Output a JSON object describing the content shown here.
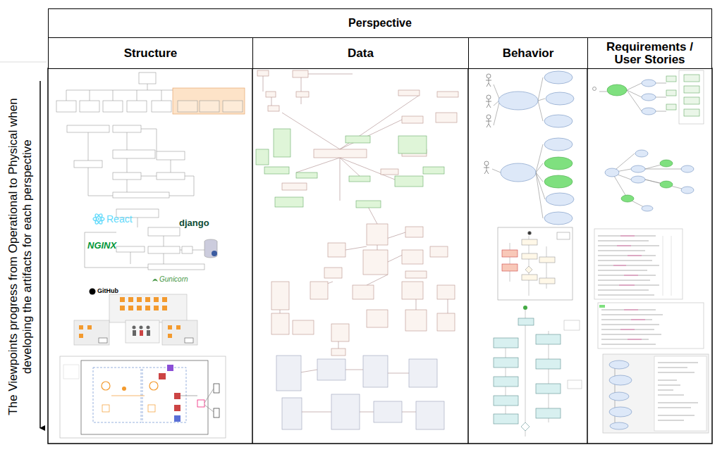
{
  "diagram": {
    "nodes": [
      {
        "text": [
          "Perspective"
        ]
      },
      {
        "text": [
          "Structure"
        ]
      },
      {
        "text": [
          "Data"
        ]
      },
      {
        "text": [
          "Behavior"
        ]
      },
      {
        "text": [
          "Requirements / User Stories"
        ]
      }
    ],
    "labels": [
      "The Viewpoints progress from Operational to Physical when developing the artifacts for each perspective",
      "React",
      "django",
      "NGINX",
      "Gunicorn",
      "GitHub"
    ]
  }
}
